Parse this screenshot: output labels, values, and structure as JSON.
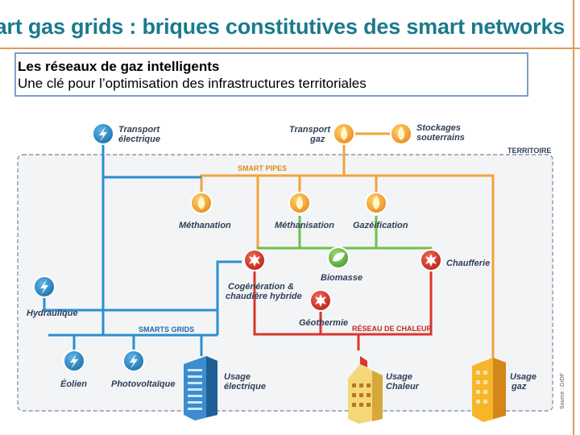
{
  "slide": {
    "title": "Smart gas grids : briques constitutives des smart networks",
    "subtitle_line1": "Les réseaux de gaz intelligents",
    "subtitle_line2": "Une clé pour l’optimisation des infrastructures territoriales"
  },
  "diagram": {
    "territory_label": "TERRITOIRE",
    "smart_pipes_label": "SMART PIPES",
    "smart_grids_label": "SMARTS GRIDS",
    "heat_network_label": "RÉSEAU DE CHALEUR",
    "source": "Source : GrDF",
    "nodes": {
      "transport_electrique": [
        "Transport",
        "électrique"
      ],
      "transport_gaz": [
        "Transport",
        "gaz"
      ],
      "stockages": [
        "Stockages",
        "souterrains"
      ],
      "methanation": "Méthanation",
      "methanisation": "Méthanisation",
      "gazeification": "Gazéification",
      "chaufferie": "Chaufferie",
      "biomasse": "Biomasse",
      "cogeneration": [
        "Cogénération &",
        "chaudière hybride"
      ],
      "geothermie": "Géothermie",
      "hydraulique": "Hydraulique",
      "eolien": "Éolien",
      "photovoltaique": "Photovoltaïque",
      "usage_electrique": [
        "Usage",
        "électrique"
      ],
      "usage_chaleur": [
        "Usage",
        "Chaleur"
      ],
      "usage_gaz": [
        "Usage",
        "gaz"
      ]
    },
    "colors": {
      "electric": "#2a8fd0",
      "gas": "#f2a33a",
      "heat": "#d8362f",
      "biomass": "#6fbf4a",
      "territory_border": "#8a95a8",
      "label": "#2e3f57"
    }
  }
}
